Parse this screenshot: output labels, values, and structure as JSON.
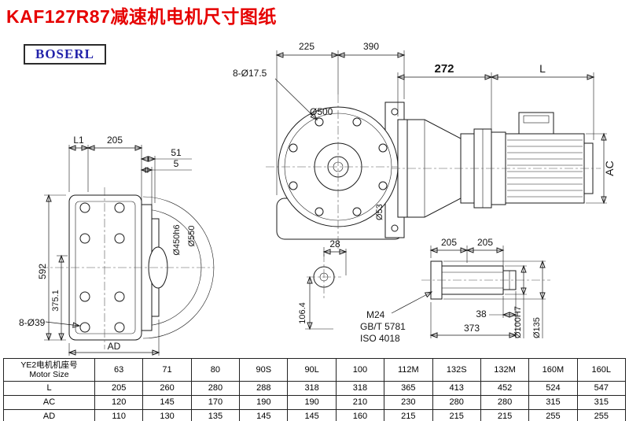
{
  "page": {
    "title": "KAF127R87减速机电机尺寸图纸",
    "brand": "BOSERL"
  },
  "labels": {
    "bolt_pattern_flange": "8-Ø17.5",
    "dim_225": "225",
    "dim_390": "390",
    "dim_272": "272",
    "dim_L": "L",
    "dia_500": "Ø500",
    "dim_L1": "L1",
    "dim_205_left": "205",
    "dim_51": "51",
    "dim_5": "5",
    "dim_592": "592",
    "dim_375_1": "375.1",
    "dia_450h6": "Ø450h6",
    "dia_550": "Ø550",
    "bolt_pattern_output": "8-Ø39",
    "dim_AD": "AD",
    "dim_28": "28",
    "dim_106_4": "106.4",
    "dia_53": "Ø53",
    "dim_205_a": "205",
    "dim_205_b": "205",
    "thread_spec": "M24",
    "standard_gb": "GB/T 5781",
    "standard_iso": "ISO 4018",
    "dim_38": "38",
    "dim_373": "373",
    "dia_100H7": "Ø100H7",
    "dia_135": "Ø135",
    "dim_AC": "AC"
  },
  "table": {
    "col0_header_line1": "YE2电机机座号",
    "col0_header_line2": "Motor Size",
    "sizes": [
      "63",
      "71",
      "80",
      "90S",
      "90L",
      "100",
      "112M",
      "132S",
      "132M",
      "160M",
      "160L"
    ],
    "rows": [
      {
        "label": "L",
        "values": [
          "205",
          "260",
          "280",
          "288",
          "318",
          "318",
          "365",
          "413",
          "452",
          "524",
          "547"
        ]
      },
      {
        "label": "AC",
        "values": [
          "120",
          "145",
          "170",
          "190",
          "190",
          "210",
          "230",
          "280",
          "280",
          "315",
          "315"
        ]
      },
      {
        "label": "AD",
        "values": [
          "110",
          "130",
          "135",
          "145",
          "145",
          "160",
          "215",
          "215",
          "215",
          "255",
          "255"
        ]
      }
    ]
  }
}
